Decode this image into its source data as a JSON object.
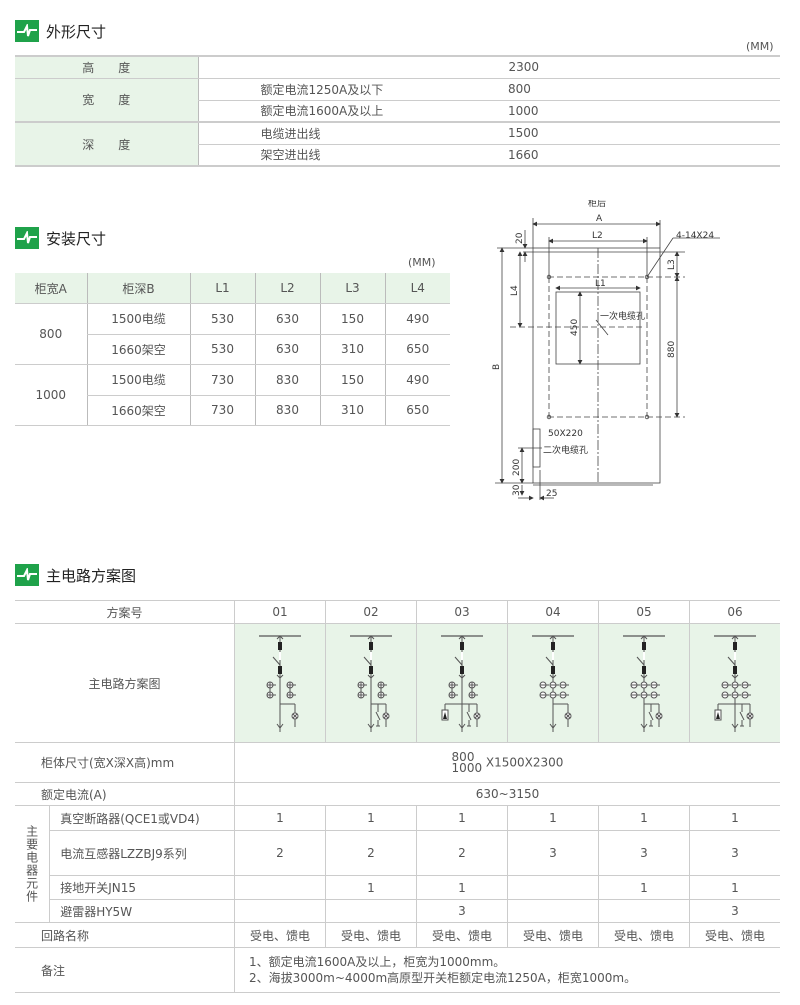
{
  "sections": {
    "outline": {
      "title": "外形尺寸",
      "unit": "(MM)",
      "icon": "lightning-logo-icon"
    },
    "install": {
      "title": "安装尺寸",
      "unit": "(MM)",
      "icon": "lightning-logo-icon"
    },
    "scheme": {
      "title": "主电路方案图",
      "icon": "lightning-logo-icon"
    }
  },
  "accent_color": "#1fa24a",
  "outline_table": {
    "height": {
      "label": "高　　度",
      "value": "2300"
    },
    "width": {
      "label": "宽　　度",
      "rows": [
        {
          "cond": "额定电流1250A及以下",
          "value": "800"
        },
        {
          "cond": "额定电流1600A及以上",
          "value": "1000"
        }
      ]
    },
    "depth": {
      "label": "深　　度",
      "rows": [
        {
          "cond": "电缆进出线",
          "value": "1500"
        },
        {
          "cond": "架空进出线",
          "value": "1660"
        }
      ]
    }
  },
  "install_table": {
    "headers": [
      "柜宽A",
      "柜深B",
      "L1",
      "L2",
      "L3",
      "L4"
    ],
    "groups": [
      {
        "a": "800",
        "rows": [
          [
            "1500电缆",
            "530",
            "630",
            "150",
            "490"
          ],
          [
            "1660架空",
            "530",
            "630",
            "310",
            "650"
          ]
        ]
      },
      {
        "a": "1000",
        "rows": [
          [
            "1500电缆",
            "730",
            "830",
            "150",
            "490"
          ],
          [
            "1660架空",
            "730",
            "830",
            "310",
            "650"
          ]
        ]
      }
    ]
  },
  "drawing": {
    "rear": "柜后",
    "A": "A",
    "L1": "L1",
    "L2": "L2",
    "L3": "L3",
    "L4": "L4",
    "B": "B",
    "holes": "4-14X24",
    "d20": "20",
    "d450": "450",
    "d880": "880",
    "d200": "200",
    "d30": "30",
    "d25": "25",
    "primary_hole": "一次电缆孔",
    "slot": "50X220",
    "secondary_hole": "二次电缆孔"
  },
  "scheme_table": {
    "header_label": "方案号",
    "scheme_ids": [
      "01",
      "02",
      "03",
      "04",
      "05",
      "06"
    ],
    "diagram_label": "主电路方案图",
    "diagrams": [
      {
        "ct": 2,
        "earth": false,
        "arrester": false
      },
      {
        "ct": 2,
        "earth": true,
        "arrester": false
      },
      {
        "ct": 2,
        "earth": true,
        "arrester": true
      },
      {
        "ct": 3,
        "earth": false,
        "arrester": false
      },
      {
        "ct": 3,
        "earth": true,
        "arrester": false
      },
      {
        "ct": 3,
        "earth": true,
        "arrester": true
      }
    ],
    "size_label": "柜体尺寸(宽X深X高)mm",
    "size_widths": [
      "800",
      "1000"
    ],
    "size_rest": "X1500X2300",
    "current_label": "额定电流(A)",
    "current_value": "630~3150",
    "group_label": "主要电器元件",
    "components": [
      {
        "name": "真空断路器(QCE1或VD4)",
        "values": [
          "1",
          "1",
          "1",
          "1",
          "1",
          "1"
        ]
      },
      {
        "name": "电流互感器LZZBJ9系列",
        "values": [
          "2",
          "2",
          "2",
          "3",
          "3",
          "3"
        ]
      },
      {
        "name": "接地开关JN15",
        "values": [
          "",
          "1",
          "1",
          "",
          "1",
          "1"
        ]
      },
      {
        "name": "避雷器HY5W",
        "values": [
          "",
          "",
          "3",
          "",
          "",
          "3"
        ]
      }
    ],
    "circuit_label": "回路名称",
    "circuit_values": [
      "受电、馈电",
      "受电、馈电",
      "受电、馈电",
      "受电、馈电",
      "受电、馈电",
      "受电、馈电"
    ],
    "notes_label": "备注",
    "notes": [
      "1、额定电流1600A及以上，柜宽为1000mm。",
      "2、海拔3000m~4000m高原型开关柜额定电流1250A，柜宽1000m。"
    ]
  }
}
